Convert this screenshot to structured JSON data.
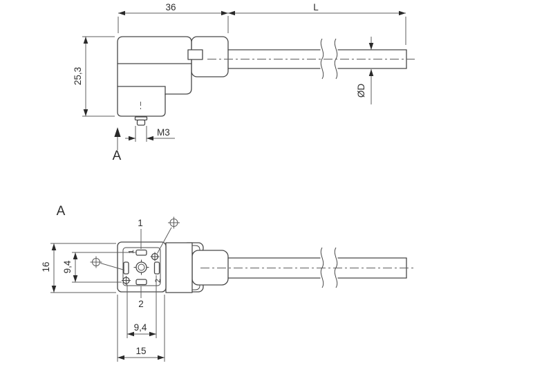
{
  "drawing_type": "technical-dimension-drawing",
  "colors": {
    "background": "#ffffff",
    "object_line": "#474747",
    "dimension_line": "#5c5c5c",
    "text": "#2d2d2d"
  },
  "icons": {
    "earth_ground": "circle-cross-earth-symbol",
    "view_direction_arrow": "filled-up-arrow"
  },
  "labels": {
    "top_view": {
      "width": "36",
      "length": "L",
      "height": "25,3",
      "thread": "M3",
      "diameter": "ØD",
      "view_arrow": "A"
    },
    "front_view": {
      "title": "A",
      "height": "16",
      "contact_spacing_vertical": "9,4",
      "contact_spacing_horizontal": "9,4",
      "width": "15",
      "pin1_callout": "1",
      "pin2_callout": "2",
      "pin1_face": "1",
      "pin2_face": "2"
    }
  }
}
